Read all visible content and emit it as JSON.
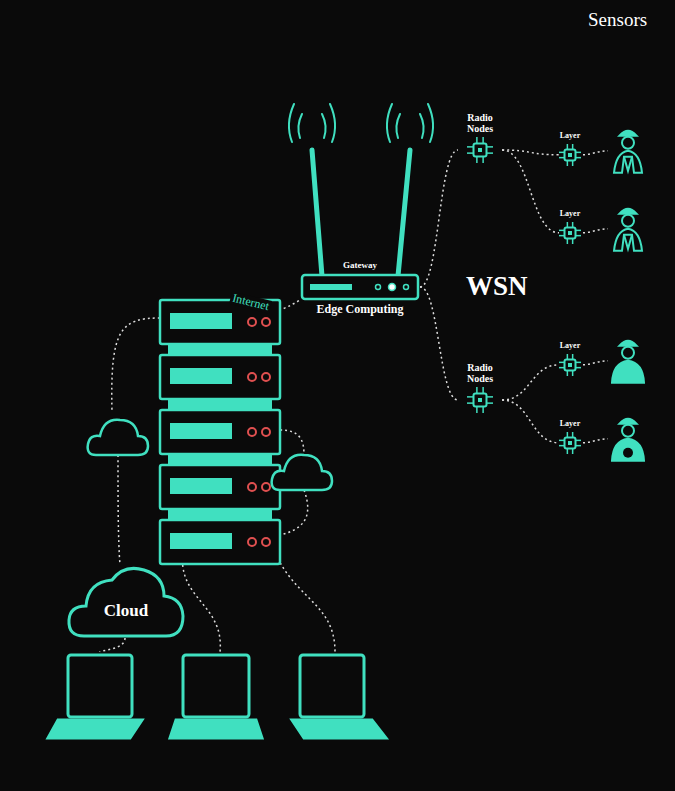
{
  "diagram": {
    "nodes": [
      {
        "text": [
          "Gateway",
          "Edge Computing"
        ]
      },
      {
        "text": [
          "Radio Nodes"
        ]
      },
      {
        "text": [
          "Radio Nodes"
        ]
      },
      {
        "text": [
          "Layer"
        ]
      },
      {
        "text": [
          "Layer"
        ]
      },
      {
        "text": [
          "Layer"
        ]
      },
      {
        "text": [
          "Layer"
        ]
      },
      {
        "text": [
          "Cloud"
        ]
      }
    ],
    "edges": [
      {
        "from": 0,
        "to": 1,
        "arrow": "none"
      },
      {
        "from": 0,
        "to": 2,
        "arrow": "none"
      },
      {
        "from": 1,
        "to": 3,
        "arrow": "none"
      },
      {
        "from": 1,
        "to": 4,
        "arrow": "none"
      },
      {
        "from": 2,
        "to": 5,
        "arrow": "none"
      },
      {
        "from": 2,
        "to": 6,
        "arrow": "none"
      }
    ],
    "labels": [
      "Sensors",
      "WSN",
      "Internet"
    ]
  }
}
